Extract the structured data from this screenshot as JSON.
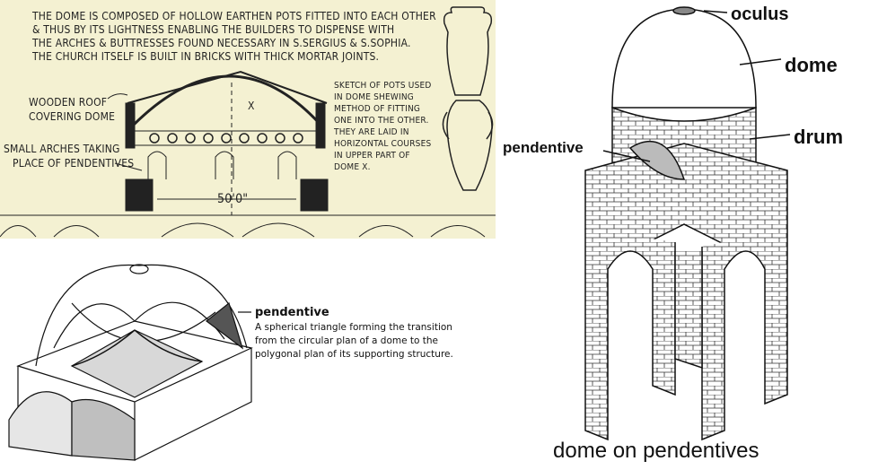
{
  "sketch": {
    "caption_lines": [
      "THE DOME IS COMPOSED OF HOLLOW EARTHEN POTS FITTED INTO EACH OTHER",
      "& THUS BY ITS LIGHTNESS ENABLING THE BUILDERS TO DISPENSE WITH",
      "THE ARCHES & BUTTRESSES FOUND NECESSARY IN S.SERGIUS & S.SOPHIA.",
      "THE CHURCH ITSELF IS BUILT IN BRICKS WITH THICK MORTAR JOINTS."
    ],
    "wooden_roof": [
      "WOODEN ROOF",
      "COVERING DOME"
    ],
    "small_arches": [
      "SMALL ARCHES TAKING",
      "PLACE OF PENDENTIVES"
    ],
    "pots_note": [
      "SKETCH OF POTS USED",
      "IN DOME SHEWING",
      "METHOD OF FITTING",
      "ONE INTO THE OTHER.",
      "THEY ARE LAID IN",
      "HORIZONTAL COURSES",
      "IN UPPER PART OF",
      "DOME X."
    ],
    "x_mark": "X",
    "dimension": "50'0\""
  },
  "plan": {
    "term": "pendentive",
    "definition_lines": [
      "A spherical triangle forming the transition",
      "from the circular plan of a dome to the",
      "polygonal plan of its supporting structure."
    ]
  },
  "dome_diagram": {
    "labels": {
      "oculus": "oculus",
      "dome": "dome",
      "drum": "drum",
      "pendentive": "pendentive"
    },
    "title": "dome on pendentives"
  }
}
